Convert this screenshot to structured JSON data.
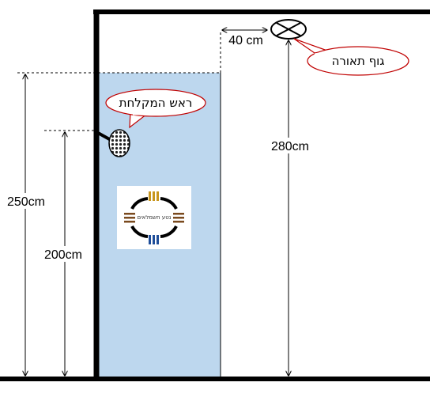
{
  "diagram": {
    "dimensions": {
      "shower_area_height": "250cm",
      "shower_head_height": "200cm",
      "light_fixture_height": "280cm",
      "light_fixture_offset": "40 cm"
    },
    "callouts": {
      "shower_head": "ראש המקלחת",
      "light_fixture": "גוף תאורה"
    },
    "logo": {
      "text": "נטע חשמלאים"
    },
    "colors": {
      "shower_zone": "#bdd7ee",
      "walls": "#000000",
      "callout_border": "#c00000",
      "logo_gold": "#c8961e",
      "logo_blue": "#1f4e9a",
      "logo_brown": "#7a4a1e"
    },
    "icons": {
      "light_fixture": "light-fixture-icon",
      "shower_head": "shower-head-icon"
    }
  }
}
